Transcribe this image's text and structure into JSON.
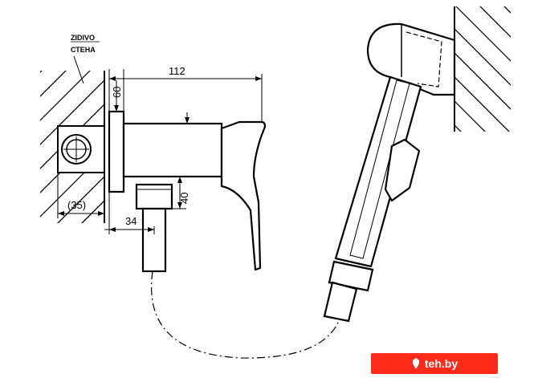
{
  "wall_label": {
    "line1": "ZIDIVO",
    "line2": "СТЕНА"
  },
  "dimensions": {
    "length": "112",
    "flange": "60",
    "outlet_height": "40",
    "outlet_offset": "34",
    "wall_depth": "(35)"
  },
  "watermark": {
    "text": "teh.by",
    "color": "#ff2a1a"
  }
}
